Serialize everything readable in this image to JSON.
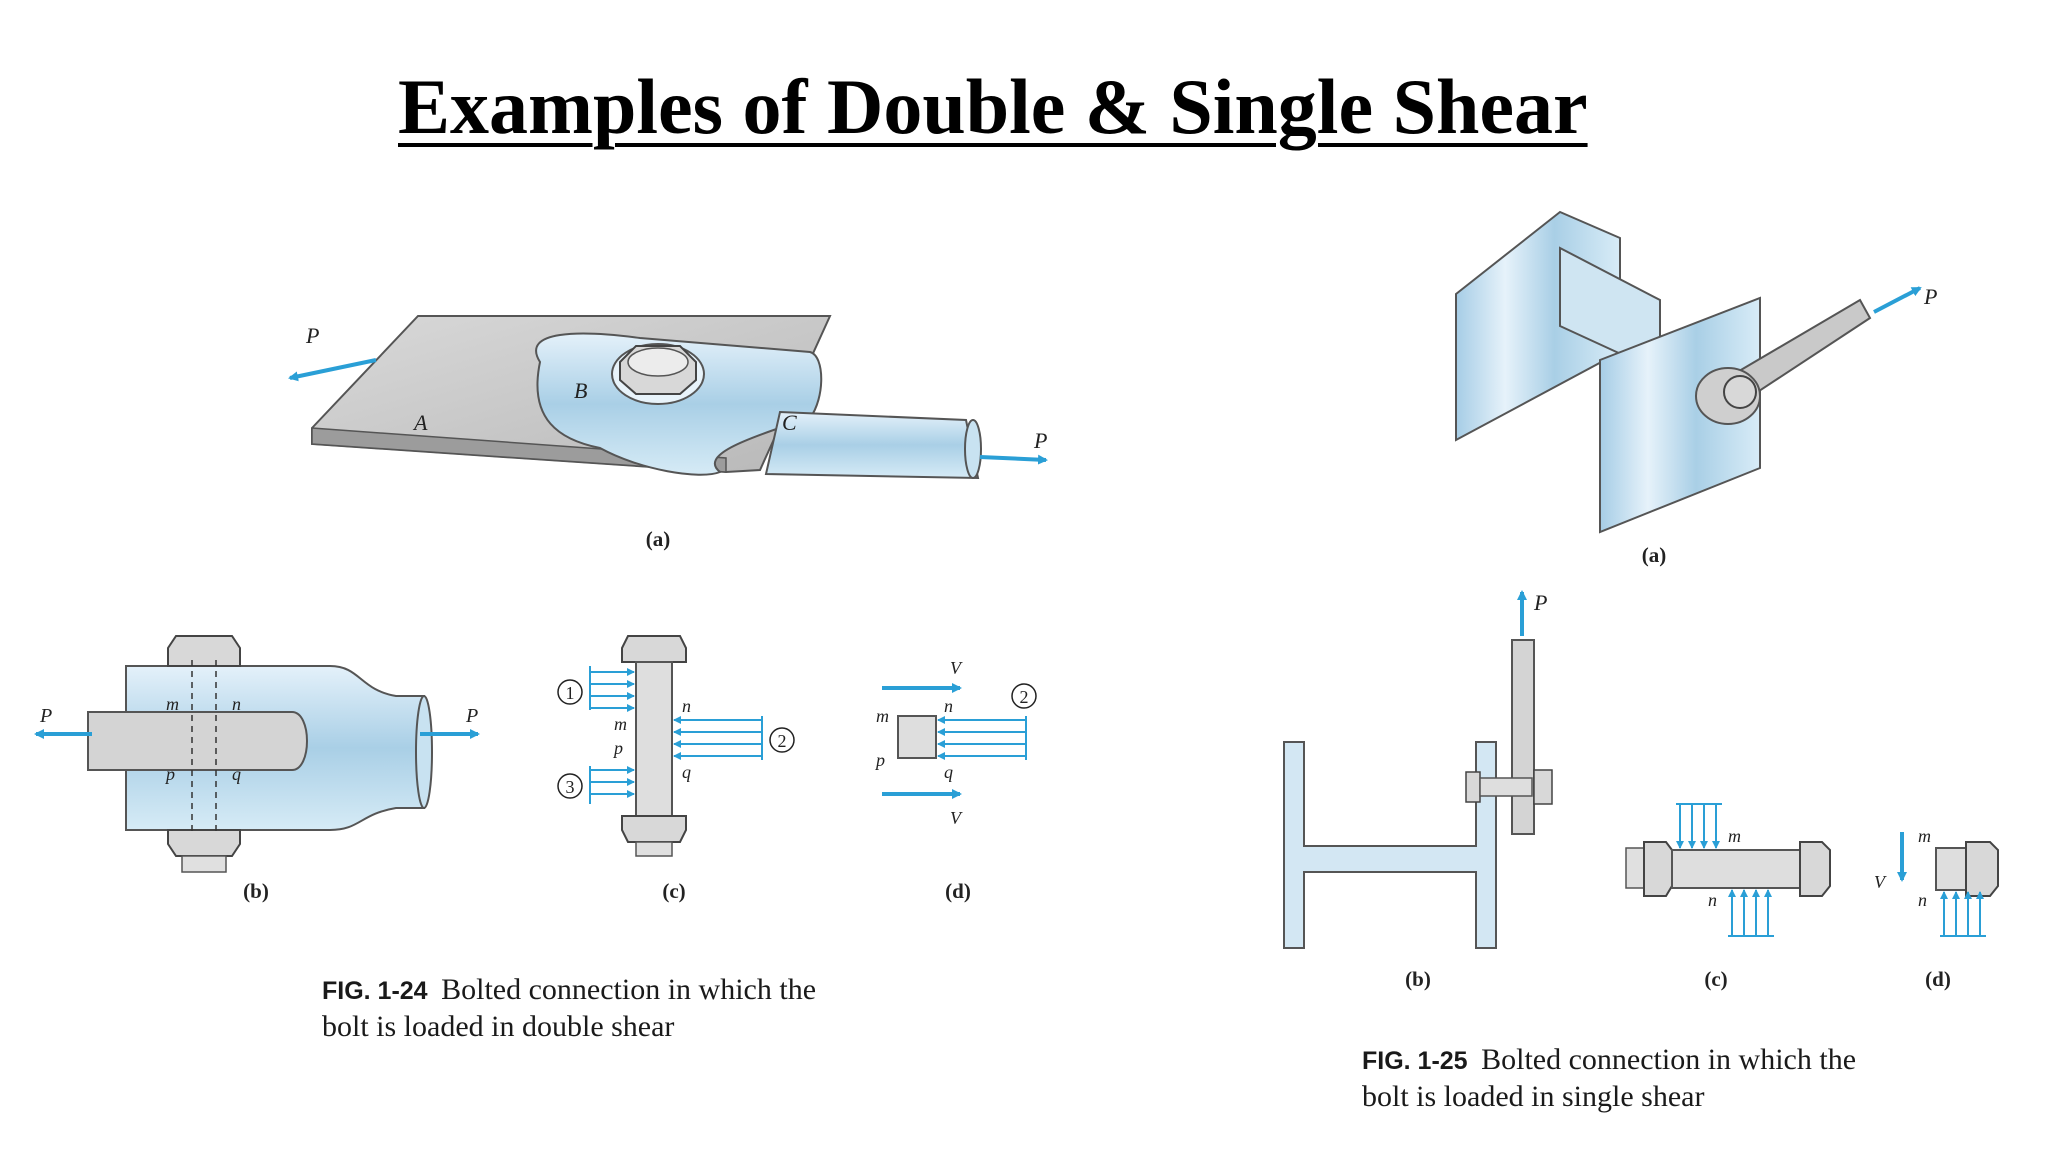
{
  "title": "Examples of Double & Single Shear",
  "labels": {
    "P": "P",
    "V": "V",
    "A": "A",
    "B": "B",
    "C": "C",
    "m": "m",
    "n": "n",
    "p": "p",
    "q": "q",
    "one": "1",
    "two": "2",
    "three": "3"
  },
  "fig24": {
    "subcaptions": {
      "a": "(a)",
      "b": "(b)",
      "c": "(c)",
      "d": "(d)"
    },
    "caption": {
      "number": "FIG. 1-24",
      "line1": "Bolted connection in which  the",
      "line2": "bolt is loaded in double shear"
    }
  },
  "fig25": {
    "subcaptions": {
      "a": "(a)",
      "b": "(b)",
      "c": "(c)",
      "d": "(d)"
    },
    "caption": {
      "number": "FIG. 1-25",
      "line1": "Bolted connection in which the",
      "line2": "bolt is loaded in single shear"
    }
  },
  "colors": {
    "steel_blue": "#b9d8ea",
    "steel_gray": "#cfcfcf",
    "arrow_blue": "#2a9fd6"
  }
}
